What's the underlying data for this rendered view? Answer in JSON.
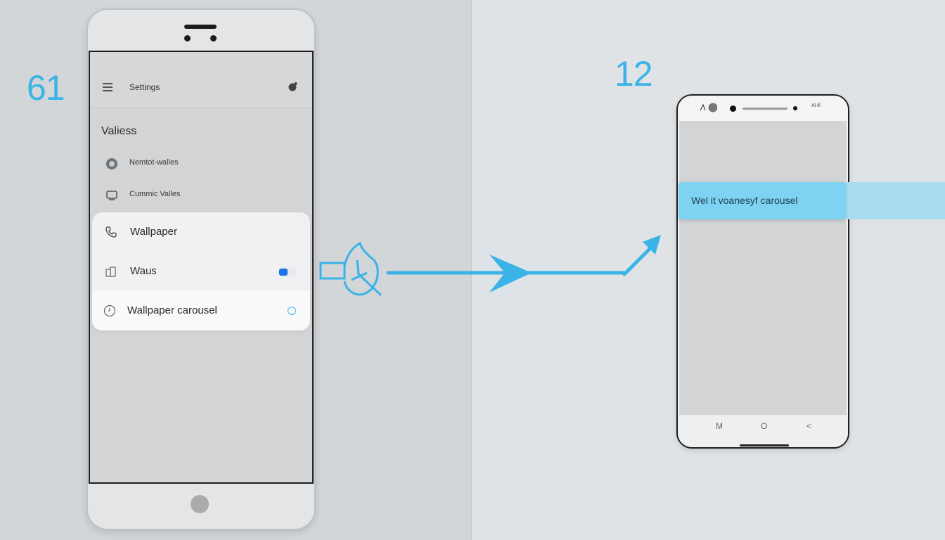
{
  "step_left": "61",
  "step_right": "12",
  "phone1": {
    "appbar_title": "Settings",
    "section_title": "Valiess",
    "rows": [
      {
        "label": "Nemtot-walles"
      },
      {
        "label": "Cummic Valles"
      }
    ],
    "card_rows": [
      {
        "label": "Wallpaper"
      },
      {
        "label": "Waus"
      },
      {
        "label": "Wallpaper carousel"
      }
    ]
  },
  "phone2": {
    "status_text": "Al ill",
    "toast_text": "Wel it voanesyf carousel",
    "nav": [
      "M",
      "O",
      "<"
    ]
  },
  "colors": {
    "accent": "#3bb3e6",
    "toggle_on": "#1a73e8",
    "toast": "#7ed2f2"
  }
}
